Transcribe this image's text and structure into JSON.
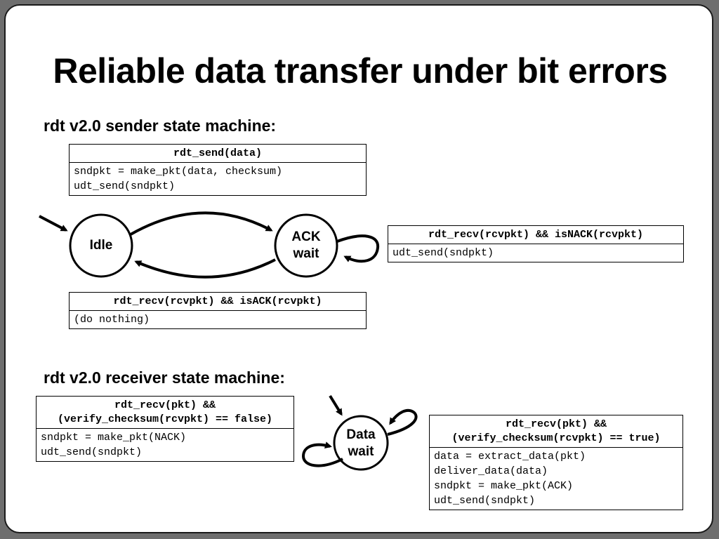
{
  "title": "Reliable data transfer under bit errors",
  "sender": {
    "heading": "rdt v2.0 sender state machine:",
    "states": {
      "idle": {
        "label": "Idle"
      },
      "ack_wait": {
        "lines": [
          "ACK",
          "wait"
        ]
      }
    },
    "transitions": {
      "send": {
        "condition": [
          "rdt_send(data)"
        ],
        "actions": [
          "sndpkt = make_pkt(data, checksum)",
          "udt_send(sndpkt)"
        ]
      },
      "nack": {
        "condition": [
          "rdt_recv(rcvpkt) && isNACK(rcvpkt)"
        ],
        "actions": [
          "udt_send(sndpkt)"
        ]
      },
      "ack": {
        "condition": [
          "rdt_recv(rcvpkt) && isACK(rcvpkt)"
        ],
        "actions": [
          "(do nothing)"
        ]
      }
    }
  },
  "receiver": {
    "heading": "rdt v2.0 receiver state machine:",
    "states": {
      "data_wait": {
        "lines": [
          "Data",
          "wait"
        ]
      }
    },
    "transitions": {
      "corrupt": {
        "condition": [
          "rdt_recv(pkt) &&",
          "(verify_checksum(rcvpkt) == false)"
        ],
        "actions": [
          "sndpkt = make_pkt(NACK)",
          "udt_send(sndpkt)"
        ]
      },
      "ok": {
        "condition": [
          "rdt_recv(pkt) &&",
          "(verify_checksum(rcvpkt) == true)"
        ],
        "actions": [
          "data = extract_data(pkt)",
          "deliver_data(data)",
          "sndpkt = make_pkt(ACK)",
          "udt_send(sndpkt)"
        ]
      }
    }
  }
}
